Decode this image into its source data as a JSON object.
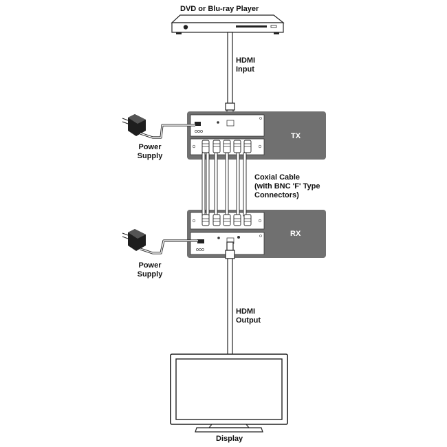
{
  "labels": {
    "source": "DVD or Blu-ray Player",
    "hdmi_input": [
      "HDMI",
      "Input"
    ],
    "power_supply_top": [
      "Power",
      "Supply"
    ],
    "power_supply_bottom": [
      "Power",
      "Supply"
    ],
    "coax": [
      "Coxial Cable",
      "(with BNC 'F' Type",
      "Connectors)"
    ],
    "hdmi_output": [
      "HDMI",
      "Output"
    ],
    "display": "Display"
  },
  "units": {
    "tx": "TX",
    "rx": "RX"
  },
  "colors": {
    "unit_fill": "#707070",
    "panel_fill": "#ffffff",
    "cable_outline": "#222222",
    "line": "#111111"
  },
  "icons": [
    "dvd-player-icon",
    "power-adapter-icon",
    "hdmi-plug-icon",
    "bnc-connector-icon",
    "monitor-icon"
  ]
}
